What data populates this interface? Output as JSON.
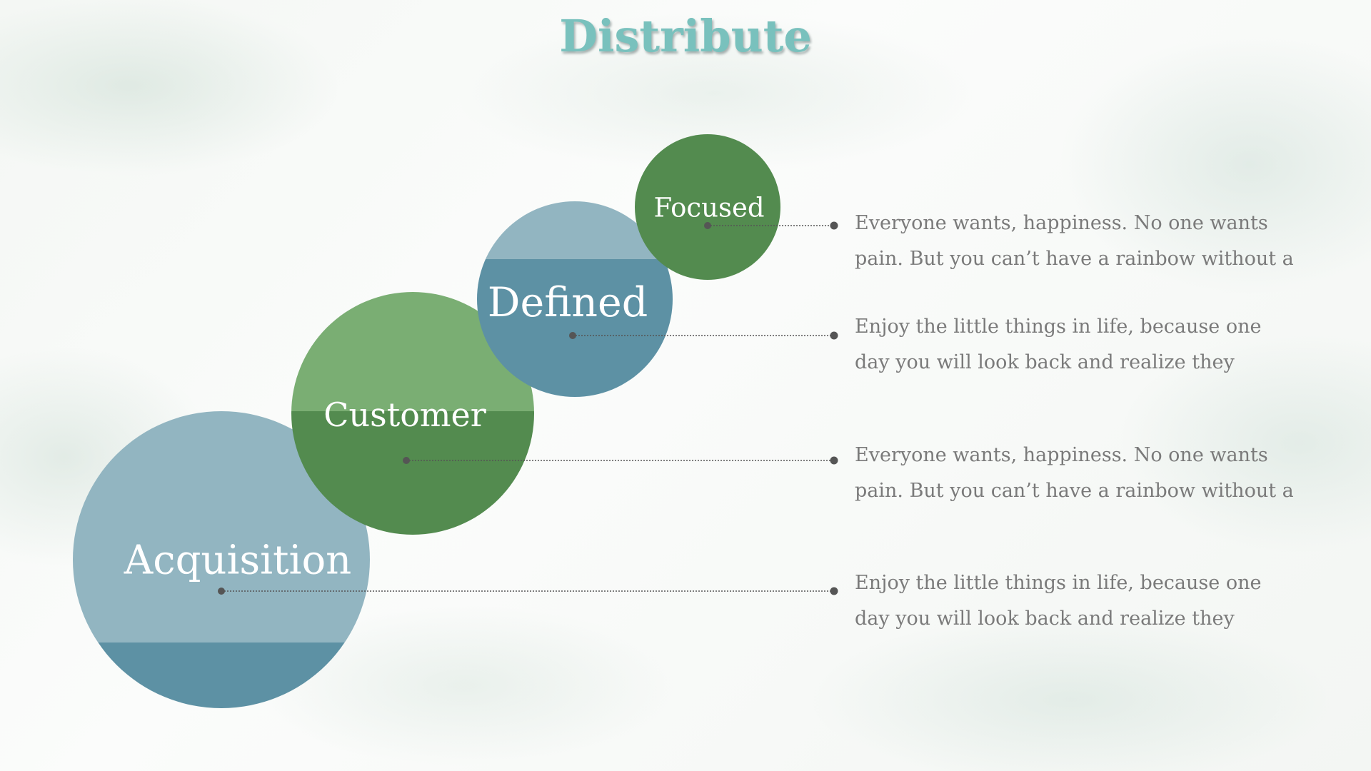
{
  "slide": {
    "title": "Distribute"
  },
  "colors": {
    "title": "#79c1bd",
    "blue_light": "#92b5c1",
    "blue_dark": "#5d91a4",
    "green_light": "#7aae73",
    "green_dark": "#538b4f",
    "text": "#7a7a7a",
    "connector": "#555555"
  },
  "stages": [
    {
      "label": "Acquisition"
    },
    {
      "label": "Customer"
    },
    {
      "label": "Defined"
    },
    {
      "label": "Focused"
    }
  ],
  "descriptions": [
    {
      "line1": "Everyone wants, happiness. No one wants",
      "line2": "pain. But you can’t have a rainbow without a"
    },
    {
      "line1": "Enjoy the little things in life, because one",
      "line2": "day you will look back and realize they"
    },
    {
      "line1": "Everyone wants, happiness. No one wants",
      "line2": "pain. But you can’t have a rainbow without a"
    },
    {
      "line1": "Enjoy the little things in life, because one",
      "line2": "day you will look back and realize they"
    }
  ]
}
